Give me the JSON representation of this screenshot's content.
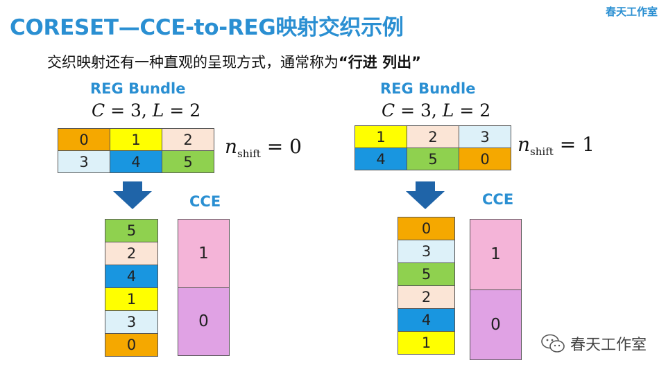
{
  "title": "CORESET—CCE-to-REG映射交织示例",
  "brand": "春天工作室",
  "subtitle": {
    "text": "交织映射还有一种直观的呈现方式，通常称为",
    "emphasis": "“行进 列出”"
  },
  "colors": {
    "orange": "#f5a800",
    "yellow": "#ffff00",
    "peach": "#fbe5d6",
    "light_blue": "#ddf1f9",
    "blue": "#1996e0",
    "green": "#8fd14f",
    "pink": "#f4b4d8",
    "violet": "#e0a2e4",
    "title_blue": "#2a8fd2"
  },
  "left": {
    "bundle_label": "REG Bundle",
    "formula": {
      "c": "C",
      "c_val": "3",
      "l": "L",
      "l_val": "2"
    },
    "nshift": {
      "n": "n",
      "sub": "shift",
      "value": "0"
    },
    "grid": [
      [
        {
          "v": "0",
          "c": "orange"
        },
        {
          "v": "1",
          "c": "yellow"
        },
        {
          "v": "2",
          "c": "peach"
        }
      ],
      [
        {
          "v": "3",
          "c": "light_blue"
        },
        {
          "v": "4",
          "c": "blue"
        },
        {
          "v": "5",
          "c": "green"
        }
      ]
    ],
    "cce_label": "CCE",
    "column": [
      {
        "v": "5",
        "c": "green"
      },
      {
        "v": "2",
        "c": "peach"
      },
      {
        "v": "4",
        "c": "blue"
      },
      {
        "v": "1",
        "c": "yellow"
      },
      {
        "v": "3",
        "c": "light_blue"
      },
      {
        "v": "0",
        "c": "orange"
      }
    ],
    "cce_blocks": [
      {
        "v": "1",
        "c": "pink"
      },
      {
        "v": "0",
        "c": "violet"
      }
    ]
  },
  "right": {
    "bundle_label": "REG Bundle",
    "formula": {
      "c": "C",
      "c_val": "3",
      "l": "L",
      "l_val": "2"
    },
    "nshift": {
      "n": "n",
      "sub": "shift",
      "value": "1"
    },
    "grid": [
      [
        {
          "v": "1",
          "c": "yellow"
        },
        {
          "v": "2",
          "c": "peach"
        },
        {
          "v": "3",
          "c": "light_blue"
        }
      ],
      [
        {
          "v": "4",
          "c": "blue"
        },
        {
          "v": "5",
          "c": "green"
        },
        {
          "v": "0",
          "c": "orange"
        }
      ]
    ],
    "cce_label": "CCE",
    "column": [
      {
        "v": "0",
        "c": "orange"
      },
      {
        "v": "3",
        "c": "light_blue"
      },
      {
        "v": "5",
        "c": "green"
      },
      {
        "v": "2",
        "c": "peach"
      },
      {
        "v": "4",
        "c": "blue"
      },
      {
        "v": "1",
        "c": "yellow"
      }
    ],
    "cce_blocks": [
      {
        "v": "1",
        "c": "pink"
      },
      {
        "v": "0",
        "c": "violet"
      }
    ]
  },
  "watermark": "春天工作室",
  "icons": {
    "arrow": "down-arrow-icon",
    "wechat": "wechat-icon"
  }
}
